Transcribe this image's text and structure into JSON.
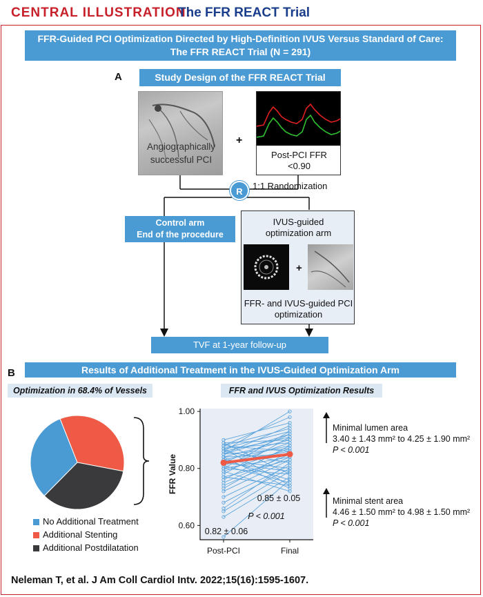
{
  "header": {
    "label": "CENTRAL ILLUSTRATION:",
    "title": "The FFR REACT Trial"
  },
  "banner": {
    "line1": "FFR-Guided PCI Optimization Directed by High-Definition IVUS Versus Standard of Care:",
    "line2": "The FFR REACT Trial (N = 291)"
  },
  "panel_a": {
    "letter": "A",
    "title": "Study Design of the FFR REACT Trial",
    "angio_text_1": "Angiographically",
    "angio_text_2": "successful PCI",
    "plus": "+",
    "ffr_text_1": "Post-PCI FFR",
    "ffr_text_2": "<0.90",
    "randomization_circle": "R",
    "randomization_label": "1:1 Randomization",
    "control_line1": "Control arm",
    "control_line2": "End of the procedure",
    "ivus_title_1": "IVUS-guided",
    "ivus_title_2": "optimization arm",
    "ivus_plus": "+",
    "ivus_bottom_1": "FFR- and IVUS-guided PCI",
    "ivus_bottom_2": "optimization",
    "endpoint": "TVF at 1-year follow-up"
  },
  "panel_b": {
    "letter": "B",
    "title": "Results of Additional Treatment in the IVUS-Guided Optimization Arm",
    "left_header": "Optimization in 68.4% of Vessels",
    "right_header": "FFR and IVUS Optimization Results",
    "legend": [
      {
        "label": "No Additional Treatment",
        "color": "#4a9ad4"
      },
      {
        "label": "Additional Stenting",
        "color": "#ee5a45"
      },
      {
        "label": "Additional Postdilatation",
        "color": "#3a3a3d"
      }
    ],
    "mla_title": "Minimal lumen area",
    "mla_values": "3.40 ± 1.43 mm² to 4.25 ± 1.90 mm²",
    "mla_p": "P < 0.001",
    "msa_title": "Minimal stent area",
    "msa_values": "4.46 ± 1.50 mm² to 4.98 ± 1.50 mm²",
    "msa_p": "P < 0.001",
    "pre_mean": "0.82 ± 0.06",
    "post_mean": "0.85 ± 0.05",
    "p_value": "P < 0.001"
  },
  "chart_data": {
    "type": "line",
    "title": "",
    "xlabel": "",
    "ylabel": "FFR Value",
    "categories": [
      "Post-PCI",
      "Final"
    ],
    "ylim": [
      0.55,
      1.01
    ],
    "yticks": [
      "1.00",
      "0.80",
      "0.60"
    ],
    "yticks_values": [
      1.0,
      0.8,
      0.6
    ],
    "mean_series": {
      "values": [
        0.82,
        0.85
      ],
      "color": "#ee5a45"
    },
    "line_color": "#5aa3dc",
    "pairs": [
      [
        0.56,
        0.76
      ],
      [
        0.63,
        0.77
      ],
      [
        0.65,
        0.79
      ],
      [
        0.66,
        0.82
      ],
      [
        0.68,
        0.8
      ],
      [
        0.7,
        0.81
      ],
      [
        0.72,
        0.83
      ],
      [
        0.73,
        0.86
      ],
      [
        0.74,
        0.84
      ],
      [
        0.75,
        0.85
      ],
      [
        0.76,
        0.88
      ],
      [
        0.77,
        0.83
      ],
      [
        0.78,
        0.91
      ],
      [
        0.79,
        0.87
      ],
      [
        0.8,
        0.93
      ],
      [
        0.8,
        0.84
      ],
      [
        0.81,
        0.89
      ],
      [
        0.82,
        0.86
      ],
      [
        0.82,
        0.92
      ],
      [
        0.83,
        0.88
      ],
      [
        0.83,
        0.8
      ],
      [
        0.84,
        0.9
      ],
      [
        0.84,
        0.85
      ],
      [
        0.85,
        0.95
      ],
      [
        0.85,
        0.87
      ],
      [
        0.86,
        0.91
      ],
      [
        0.86,
        0.82
      ],
      [
        0.87,
        0.93
      ],
      [
        0.87,
        0.89
      ],
      [
        0.88,
        0.86
      ],
      [
        0.88,
        0.94
      ],
      [
        0.89,
        0.9
      ],
      [
        0.89,
        0.78
      ],
      [
        0.9,
        0.96
      ],
      [
        0.86,
        1.0
      ],
      [
        0.84,
        0.73
      ],
      [
        0.87,
        0.74
      ],
      [
        0.83,
        0.76
      ],
      [
        0.81,
        0.75
      ],
      [
        0.79,
        0.72
      ],
      [
        0.77,
        0.74
      ],
      [
        0.88,
        0.98
      ],
      [
        0.85,
        0.92
      ],
      [
        0.8,
        0.78
      ],
      [
        0.82,
        0.79
      ]
    ],
    "pie": {
      "slices": [
        {
          "label": "No Additional Treatment",
          "value": 31.6,
          "color": "#4a9ad4"
        },
        {
          "label": "Additional Stenting",
          "value": 34.0,
          "color": "#ee5a45"
        },
        {
          "label": "Additional Postdilatation",
          "value": 34.4,
          "color": "#3a3a3d"
        }
      ]
    }
  },
  "citation": "Neleman T, et al. J Am Coll Cardiol Intv. 2022;15(16):1595-1607."
}
